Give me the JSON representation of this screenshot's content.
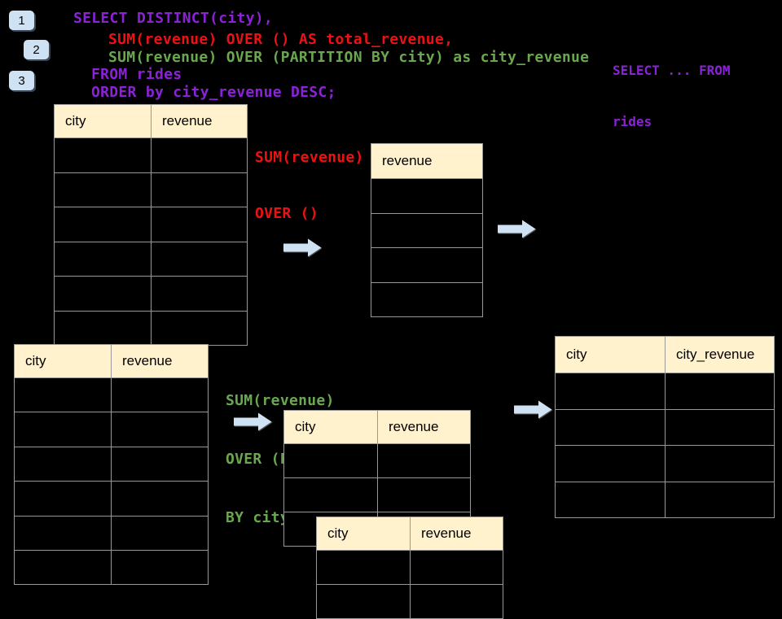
{
  "colors": {
    "purple": "#8B22D6",
    "red": "#EE1111",
    "green": "#6AA84F",
    "header_fill": "#FFF2CC",
    "border": "#999999",
    "arrow_fill": "#CFE2F3",
    "badge_fill": "#CFE2F3"
  },
  "badges": [
    {
      "label": "1"
    },
    {
      "label": "2"
    },
    {
      "label": "3"
    }
  ],
  "code": {
    "lines": [
      {
        "text": "SELECT DISTINCT(city),",
        "color": "purple"
      },
      {
        "text": "SUM(revenue) OVER () AS total_revenue,",
        "color": "red"
      },
      {
        "text": "SUM(revenue) OVER (PARTITION BY city) as city_revenue",
        "color": "green"
      },
      {
        "text": "FROM rides",
        "color": "purple"
      },
      {
        "text": "ORDER by city_revenue DESC;",
        "color": "purple"
      }
    ]
  },
  "side_note": {
    "lines": [
      "SELECT ... FROM",
      "rides"
    ],
    "color": "purple"
  },
  "labels": {
    "total": {
      "lines": [
        "SUM(revenue)",
        "OVER ()"
      ],
      "color": "red"
    },
    "partition": {
      "lines": [
        "SUM(revenue)",
        "OVER (PARTITION",
        "BY city)"
      ],
      "color": "green"
    }
  },
  "tables": {
    "source_top": {
      "headers": [
        "city",
        "revenue"
      ],
      "rows": [
        [
          "",
          ""
        ],
        [
          "",
          ""
        ],
        [
          "",
          ""
        ],
        [
          "",
          ""
        ],
        [
          "",
          ""
        ],
        [
          "",
          ""
        ]
      ]
    },
    "total_revenue": {
      "headers": [
        "revenue"
      ],
      "rows": [
        [
          ""
        ],
        [
          ""
        ],
        [
          ""
        ],
        [
          ""
        ]
      ]
    },
    "source_bottom": {
      "headers": [
        "city",
        "revenue"
      ],
      "rows": [
        [
          "",
          ""
        ],
        [
          "",
          ""
        ],
        [
          "",
          ""
        ],
        [
          "",
          ""
        ],
        [
          "",
          ""
        ],
        [
          "",
          ""
        ]
      ]
    },
    "partition_a": {
      "headers": [
        "city",
        "revenue"
      ],
      "rows": [
        [
          "",
          ""
        ],
        [
          "",
          ""
        ],
        [
          "",
          ""
        ]
      ]
    },
    "partition_b": {
      "headers": [
        "city",
        "revenue"
      ],
      "rows": [
        [
          "",
          ""
        ],
        [
          "",
          ""
        ]
      ]
    },
    "result": {
      "headers": [
        "city",
        "city_revenue"
      ],
      "rows": [
        [
          "",
          ""
        ],
        [
          "",
          ""
        ],
        [
          "",
          ""
        ],
        [
          "",
          ""
        ]
      ]
    }
  }
}
